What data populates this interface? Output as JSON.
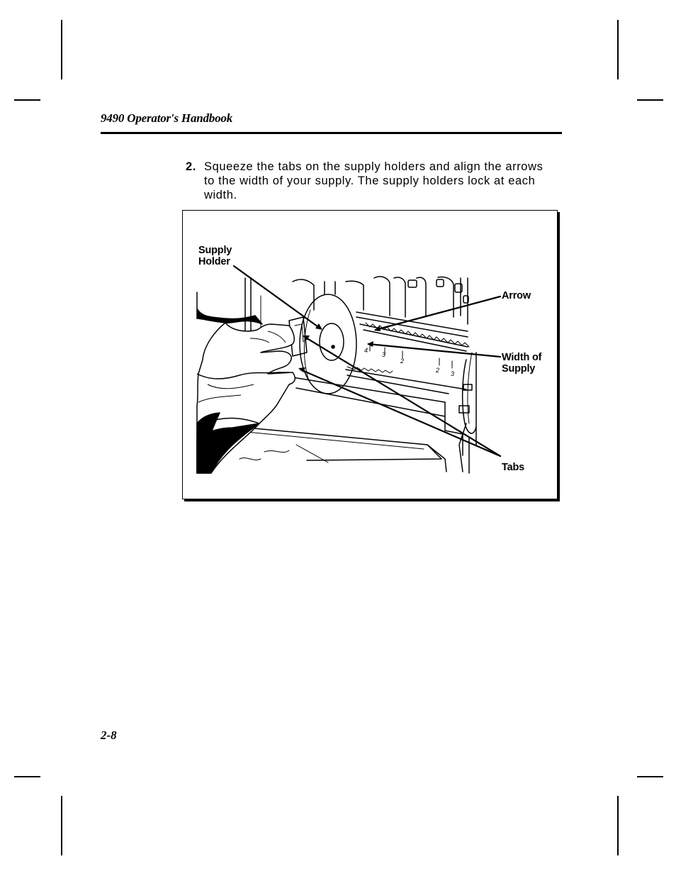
{
  "header": {
    "running_title": "9490 Operator's Handbook"
  },
  "step": {
    "number": "2.",
    "text": "Squeeze the tabs on the supply holders and align the arrows to the width of your supply.  The supply holders lock at each width."
  },
  "figure": {
    "labels": {
      "supply_holder_line1": "Supply",
      "supply_holder_line2": "Holder",
      "arrow": "Arrow",
      "width_line1": "Width of",
      "width_line2": "Supply",
      "tabs": "Tabs"
    },
    "scale_marks": [
      "4",
      "3",
      "2",
      "2",
      "3"
    ]
  },
  "footer": {
    "page_number": "2-8"
  }
}
